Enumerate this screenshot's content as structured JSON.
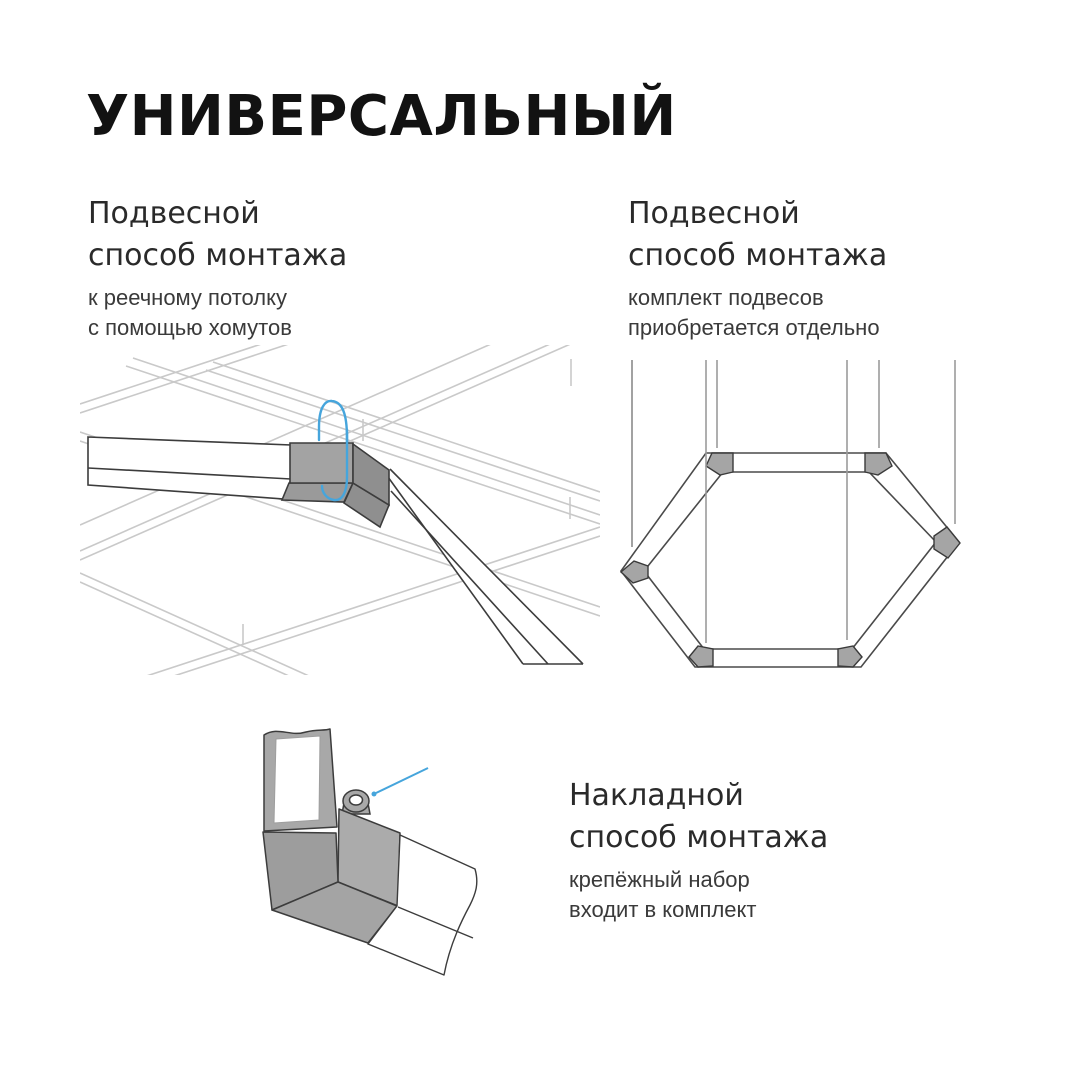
{
  "title": "УНИВЕРСАЛЬНЫЙ",
  "colors": {
    "accent_blue": "#46a5dc",
    "metal_gray": "#a8a8a8",
    "metal_gray_dark": "#9d9d9d",
    "outline_dark": "#3c3c3c",
    "grid_gray": "#c9c9c9",
    "cable_gray": "#9b9b9b",
    "title_ink": "#121212",
    "heading_ink": "#2a2a2a",
    "subtext_ink": "#3a3a3a"
  },
  "sections": [
    {
      "id": "suspended-clamp-mount",
      "heading_line1": "Подвесной",
      "heading_line2": "способ монтажа",
      "sub_line1": "к реечному потолку",
      "sub_line2": "с помощью хомутов",
      "illustration": "ceiling-grid-clamp-mount-illustration"
    },
    {
      "id": "suspended-kit-mount",
      "heading_line1": "Подвесной",
      "heading_line2": "способ монтажа",
      "sub_line1": "комплект подвесов",
      "sub_line2": "приобретается отдельно",
      "illustration": "hexagon-suspension-illustration"
    },
    {
      "id": "surface-mount",
      "heading_line1": "Накладной",
      "heading_line2": "способ монтажа",
      "sub_line1": "крепёжный набор",
      "sub_line2": "входит в комплект",
      "illustration": "corner-bracket-surface-mount-illustration"
    }
  ]
}
